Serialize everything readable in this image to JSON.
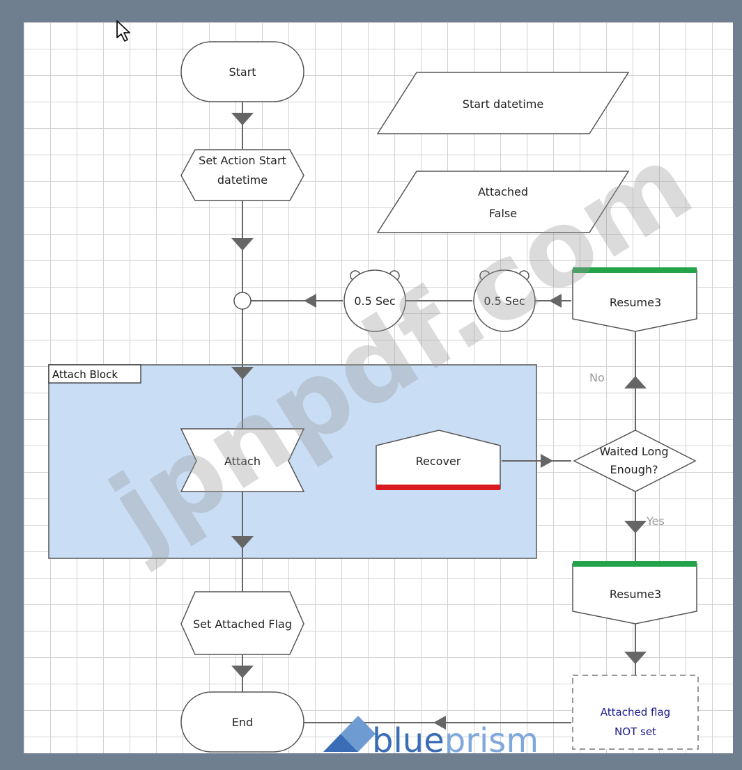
{
  "nodes": {
    "start": "Start",
    "set_action_start_line1": "Set Action Start",
    "set_action_start_line2": "datetime",
    "start_datetime": "Start datetime",
    "attached_false_line1": "Attached",
    "attached_false_line2": "False",
    "wait1": "0.5 Sec",
    "wait2": "0.5 Sec",
    "resume_top": "Resume3",
    "attach_block": "Attach Block",
    "attach": "Attach",
    "recover": "Recover",
    "decision_line1": "Waited Long",
    "decision_line2": "Enough?",
    "resume_bottom": "Resume3",
    "set_attached_flag": "Set Attached Flag",
    "end": "End",
    "attached_flag_line1": "Attached flag",
    "attached_flag_line2": "NOT set"
  },
  "labels": {
    "no": "No",
    "yes": "Yes"
  },
  "watermark": "jpnpdf.com",
  "brand": {
    "part1": "blue",
    "part2": "prism"
  },
  "colors": {
    "connector": "#666666",
    "block_fill": "#c9ddf4",
    "recover_bar": "#d81b23",
    "resume_bar": "#23a44a",
    "brand_blue": "#3a6db5",
    "brand_light": "#6f9bd3"
  }
}
